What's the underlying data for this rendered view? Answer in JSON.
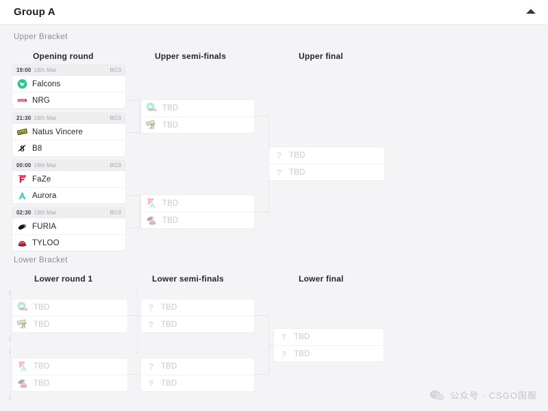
{
  "header": {
    "title": "Group A",
    "collapse_icon": "chevron-up-icon"
  },
  "brackets": {
    "upper_label": "Upper Bracket",
    "lower_label": "Lower Bracket"
  },
  "rounds": {
    "upper": [
      "Opening round",
      "Upper semi-finals",
      "Upper final"
    ],
    "lower": [
      "Lower round 1",
      "Lower semi-finals",
      "Lower final"
    ]
  },
  "tbd_label": "TBD",
  "upper_opening": [
    {
      "time": "19:00",
      "date": "18th Mar",
      "format": "BO3",
      "teams": [
        {
          "name": "Falcons",
          "logo": "falcons-logo",
          "color": "#27c08a"
        },
        {
          "name": "NRG",
          "logo": "nrg-logo",
          "color": "#d6283c"
        }
      ]
    },
    {
      "time": "21:30",
      "date": "18th Mar",
      "format": "BO3",
      "teams": [
        {
          "name": "Natus Vincere",
          "logo": "navi-logo",
          "color": "#ece42a"
        },
        {
          "name": "B8",
          "logo": "b8-logo",
          "color": "#16161a"
        }
      ]
    },
    {
      "time": "00:00",
      "date": "19th Mar",
      "format": "BO3",
      "teams": [
        {
          "name": "FaZe",
          "logo": "faze-logo",
          "color": "#e01b3c"
        },
        {
          "name": "Aurora",
          "logo": "aurora-logo",
          "color": "#2ec9c2"
        }
      ]
    },
    {
      "time": "02:30",
      "date": "19th Mar",
      "format": "BO3",
      "teams": [
        {
          "name": "FURIA",
          "logo": "furia-logo",
          "color": "#17171b"
        },
        {
          "name": "TYLOO",
          "logo": "tyloo-logo",
          "color": "#b03242"
        }
      ]
    }
  ],
  "upper_semis": [
    {
      "teams": [
        {
          "name": "TBD",
          "ghost": [
            "falcons-logo",
            "nrg-logo"
          ]
        },
        {
          "name": "TBD",
          "ghost": [
            "navi-logo",
            "b8-logo"
          ]
        }
      ]
    },
    {
      "teams": [
        {
          "name": "TBD",
          "ghost": [
            "faze-logo",
            "aurora-logo"
          ]
        },
        {
          "name": "TBD",
          "ghost": [
            "furia-logo",
            "tyloo-logo"
          ]
        }
      ]
    }
  ],
  "upper_final": {
    "teams": [
      {
        "name": "TBD",
        "placeholder": "question-icon"
      },
      {
        "name": "TBD",
        "placeholder": "question-icon"
      }
    ]
  },
  "lower_round1": [
    {
      "teams": [
        {
          "name": "TBD",
          "ghost": [
            "falcons-logo",
            "nrg-logo"
          ]
        },
        {
          "name": "TBD",
          "ghost": [
            "navi-logo",
            "b8-logo"
          ]
        }
      ]
    },
    {
      "teams": [
        {
          "name": "TBD",
          "ghost": [
            "faze-logo",
            "aurora-logo"
          ]
        },
        {
          "name": "TBD",
          "ghost": [
            "furia-logo",
            "tyloo-logo"
          ]
        }
      ]
    }
  ],
  "lower_semis": [
    {
      "teams": [
        {
          "name": "TBD",
          "placeholder": "question-icon"
        },
        {
          "name": "TBD",
          "placeholder": "question-icon"
        }
      ]
    },
    {
      "teams": [
        {
          "name": "TBD",
          "placeholder": "question-icon"
        },
        {
          "name": "TBD",
          "placeholder": "question-icon"
        }
      ]
    }
  ],
  "lower_final": {
    "teams": [
      {
        "name": "TBD",
        "placeholder": "question-icon"
      },
      {
        "name": "TBD",
        "placeholder": "question-icon"
      }
    ]
  },
  "drop_arrow_glyph": "↓",
  "watermark": {
    "icon": "wechat-icon",
    "text": "公众号 · CSGO国服"
  },
  "colors": {
    "page_bg": "#f4f4f7",
    "card_bg": "#ffffff",
    "card_head_bg": "#eeeef1",
    "connector": "#e4e4ea",
    "tbd_text": "#c8c8d0"
  }
}
